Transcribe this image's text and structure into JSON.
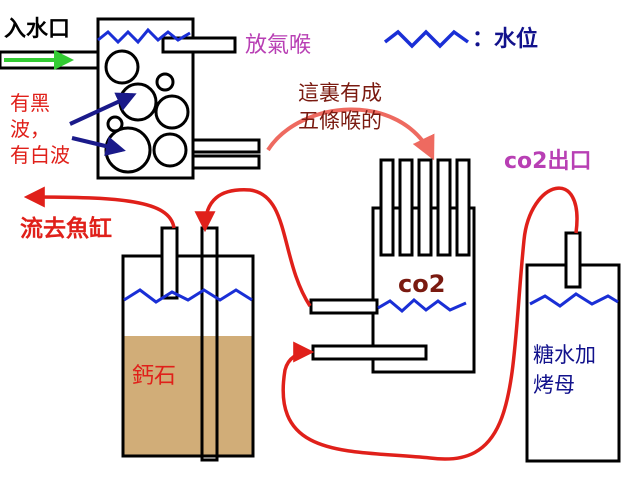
{
  "labels": {
    "inlet": "入水口",
    "vent": "放氣喉",
    "water_level_legend": "：水位",
    "black_white_bubbles": [
      "有黑",
      "波，",
      "有白波"
    ],
    "five_tubes": [
      "這裏有成",
      "五條喉的"
    ],
    "co2_outlet": "co2出口",
    "to_tank": "流去魚缸",
    "calcium_stone": "鈣石",
    "co2_chamber": "co2",
    "sugar_yeast": [
      "糖水加",
      "烤母"
    ]
  },
  "colors": {
    "outline": "#000000",
    "water_level": "#1a2fd6",
    "tube_red": "#e0201a",
    "tube_pink": "#ee6a60",
    "inlet_arrow": "#33cc33",
    "pointer": "#1a1a8a",
    "stone_fill": "#d1ad78",
    "vent_label": "#b83fb4",
    "legend_text": "#12128c",
    "co2_label": "#7a1a10"
  }
}
